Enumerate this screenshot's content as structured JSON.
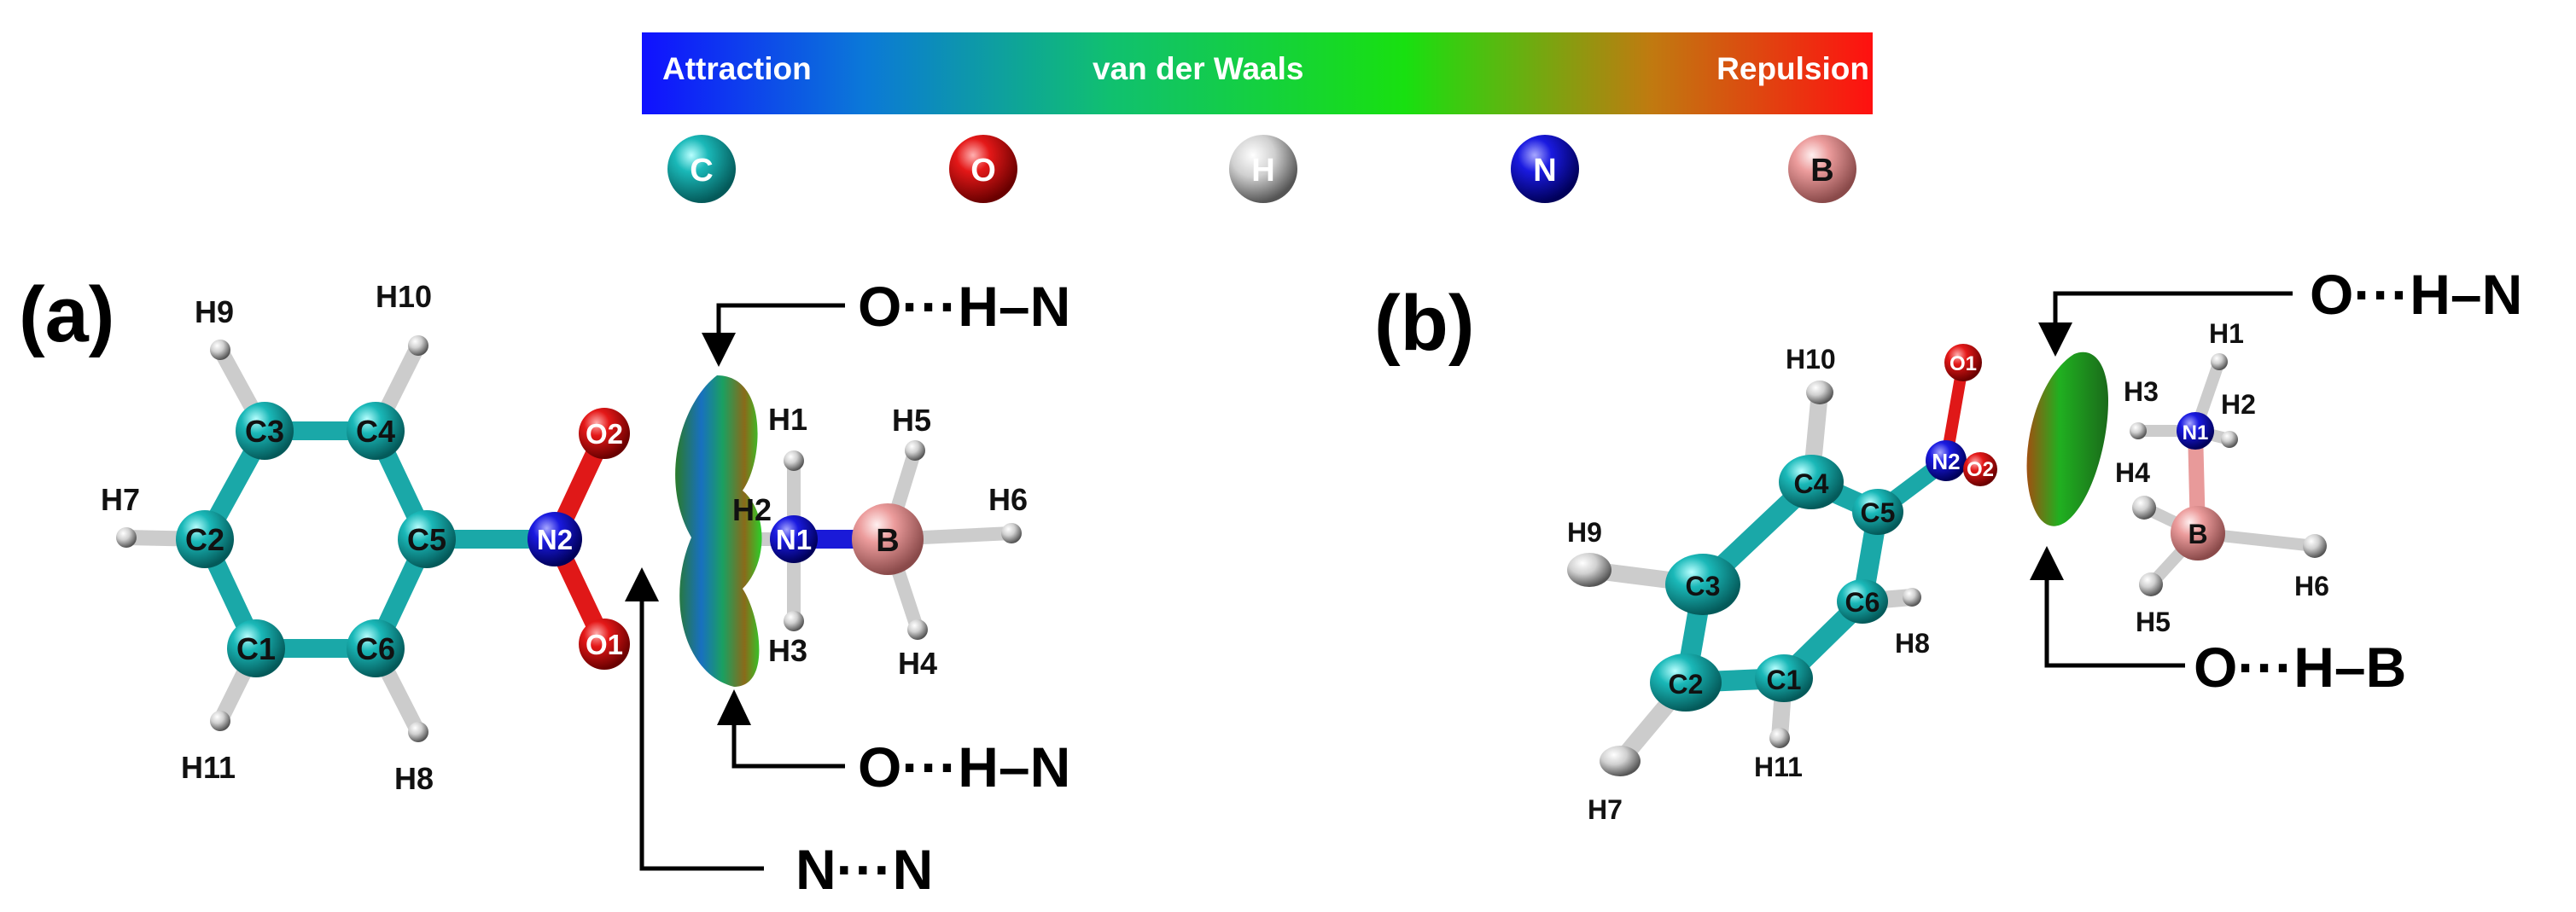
{
  "scale_bar": {
    "left_label": "Attraction",
    "center_label": "van der Waals",
    "right_label": "Repulsion",
    "colors": [
      "#1010ff",
      "#10c070",
      "#18e010",
      "#ff1010"
    ]
  },
  "legend_atoms": [
    {
      "symbol": "C",
      "color": "#1aa8a8"
    },
    {
      "symbol": "O",
      "color": "#e01818"
    },
    {
      "symbol": "H",
      "color": "#b8b8b8"
    },
    {
      "symbol": "N",
      "color": "#1a1ad8"
    },
    {
      "symbol": "B",
      "color": "#e89a9a"
    }
  ],
  "panel_a": {
    "label": "(a)",
    "carbon_labels": [
      "C1",
      "C2",
      "C3",
      "C4",
      "C5",
      "C6"
    ],
    "hydrogen_labels": [
      "H1",
      "H2",
      "H3",
      "H4",
      "H5",
      "H6",
      "H7",
      "H8",
      "H9",
      "H10",
      "H11"
    ],
    "oxygen_labels": [
      "O1",
      "O2"
    ],
    "nitrogen_labels": [
      "N1",
      "N2"
    ],
    "boron_label": "B",
    "interactions": [
      "O···H–N",
      "O···H–N",
      "N···N"
    ]
  },
  "panel_b": {
    "label": "(b)",
    "carbon_labels": [
      "C1",
      "C2",
      "C3",
      "C4",
      "C5",
      "C6"
    ],
    "hydrogen_labels": [
      "H1",
      "H2",
      "H3",
      "H4",
      "H5",
      "H6",
      "H7",
      "H8",
      "H9",
      "H10",
      "H11"
    ],
    "oxygen_labels": [
      "O1",
      "O2"
    ],
    "nitrogen_labels": [
      "N1",
      "N2"
    ],
    "boron_label": "B",
    "interactions": [
      "O···H–N",
      "O···H–B"
    ]
  }
}
